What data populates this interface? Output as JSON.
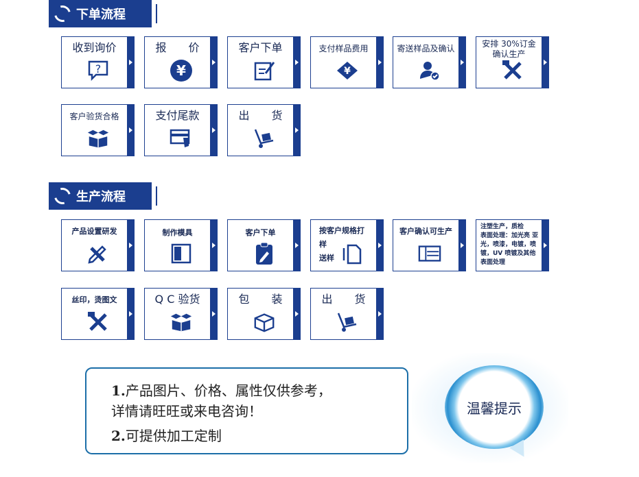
{
  "order_process": {
    "title": "下单流程",
    "steps": [
      {
        "label": "收到询价",
        "icon": "question-chat-icon"
      },
      {
        "label": "报　　价",
        "icon": "yen-chat-icon"
      },
      {
        "label": "客户下单",
        "icon": "edit-form-icon"
      },
      {
        "label": "支付样品费用",
        "icon": "yen-payment-icon"
      },
      {
        "label": "寄送样品及确认",
        "icon": "user-check-icon"
      },
      {
        "label": "安排 30%订金\n确认生产",
        "icon": "tools-icon"
      },
      {
        "label": "客户验货合格",
        "icon": "open-box-icon"
      },
      {
        "label": "支付尾款",
        "icon": "card-payment-icon"
      },
      {
        "label": "出　　货",
        "icon": "hand-truck-icon"
      }
    ]
  },
  "production_process": {
    "title": "生产流程",
    "steps": [
      {
        "label": "产品设置研发",
        "icon": "pencil-ruler-icon"
      },
      {
        "label": "制作模具",
        "icon": "mold-icon"
      },
      {
        "label": "客户下单",
        "icon": "clipboard-edit-icon"
      },
      {
        "label": "按客户规格打\n样\n送样",
        "icon": "document-icon"
      },
      {
        "label": "客户确认可生产",
        "icon": "list-window-icon"
      },
      {
        "label": "注塑生产，质检\n表面处理：加光亮 亚光，喷漆，电镀，喷镀，UV 喷镀及其他表面处理",
        "icon": ""
      },
      {
        "label": "丝印，烫图文",
        "icon": "tools-icon"
      },
      {
        "label": "Q C 验货",
        "icon": "open-box-icon"
      },
      {
        "label": "包　　装",
        "icon": "package-icon"
      },
      {
        "label": "出　　货",
        "icon": "hand-truck-icon"
      }
    ]
  },
  "notice": {
    "line1_num": "1.",
    "line1_text": "产品图片、价格、属性仅供参考，",
    "line2_text": "详情请旺旺或来电咨询！",
    "line3_num": "2.",
    "line3_text": "可提供加工定制"
  },
  "badge": {
    "label": "温馨提示"
  }
}
